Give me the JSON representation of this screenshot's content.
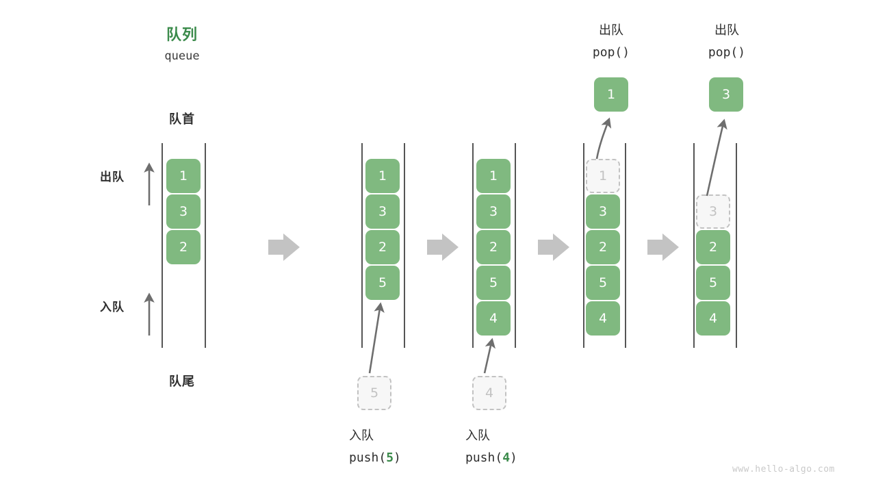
{
  "figure": {
    "title_cn": "队列",
    "title_en": "queue",
    "front_label": "队首",
    "back_label": "队尾",
    "dequeue_label": "出队",
    "enqueue_label": "入队",
    "watermark": "www.hello-algo.com",
    "accent_color": "#3a8a4a",
    "cell_color": "#80b980",
    "ghost_color": "#c2c2c2",
    "rail_color": "#555555",
    "flow_arrow_color": "#c3c3c3",
    "op_arrow_color": "#6e6e6e"
  },
  "steps": [
    {
      "id": "initial",
      "header_cn": "",
      "header_code": "",
      "cells": [
        "1",
        "3",
        "2"
      ],
      "ghost_index": -1,
      "popped_value": "",
      "incoming_value": "",
      "footer_cn": "",
      "footer_code_prefix": "",
      "footer_code_arg": "",
      "footer_code_suffix": ""
    },
    {
      "id": "push-5",
      "header_cn": "",
      "header_code": "",
      "cells": [
        "1",
        "3",
        "2",
        "5"
      ],
      "ghost_index": -1,
      "popped_value": "",
      "incoming_value": "5",
      "footer_cn": "入队",
      "footer_code_prefix": "push(",
      "footer_code_arg": "5",
      "footer_code_suffix": ")"
    },
    {
      "id": "push-4",
      "header_cn": "",
      "header_code": "",
      "cells": [
        "1",
        "3",
        "2",
        "5",
        "4"
      ],
      "ghost_index": -1,
      "popped_value": "",
      "incoming_value": "4",
      "footer_cn": "入队",
      "footer_code_prefix": "push(",
      "footer_code_arg": "4",
      "footer_code_suffix": ")"
    },
    {
      "id": "pop-1",
      "header_cn": "出队",
      "header_code": "pop()",
      "cells": [
        "1",
        "3",
        "2",
        "5",
        "4"
      ],
      "ghost_index": 0,
      "popped_value": "1",
      "incoming_value": "",
      "footer_cn": "",
      "footer_code_prefix": "",
      "footer_code_arg": "",
      "footer_code_suffix": ""
    },
    {
      "id": "pop-3",
      "header_cn": "出队",
      "header_code": "pop()",
      "cells": [
        "3",
        "2",
        "5",
        "4"
      ],
      "ghost_index": 0,
      "popped_value": "3",
      "incoming_value": "",
      "footer_cn": "",
      "footer_code_prefix": "",
      "footer_code_arg": "",
      "footer_code_suffix": ""
    }
  ],
  "flow_arrows": 4
}
